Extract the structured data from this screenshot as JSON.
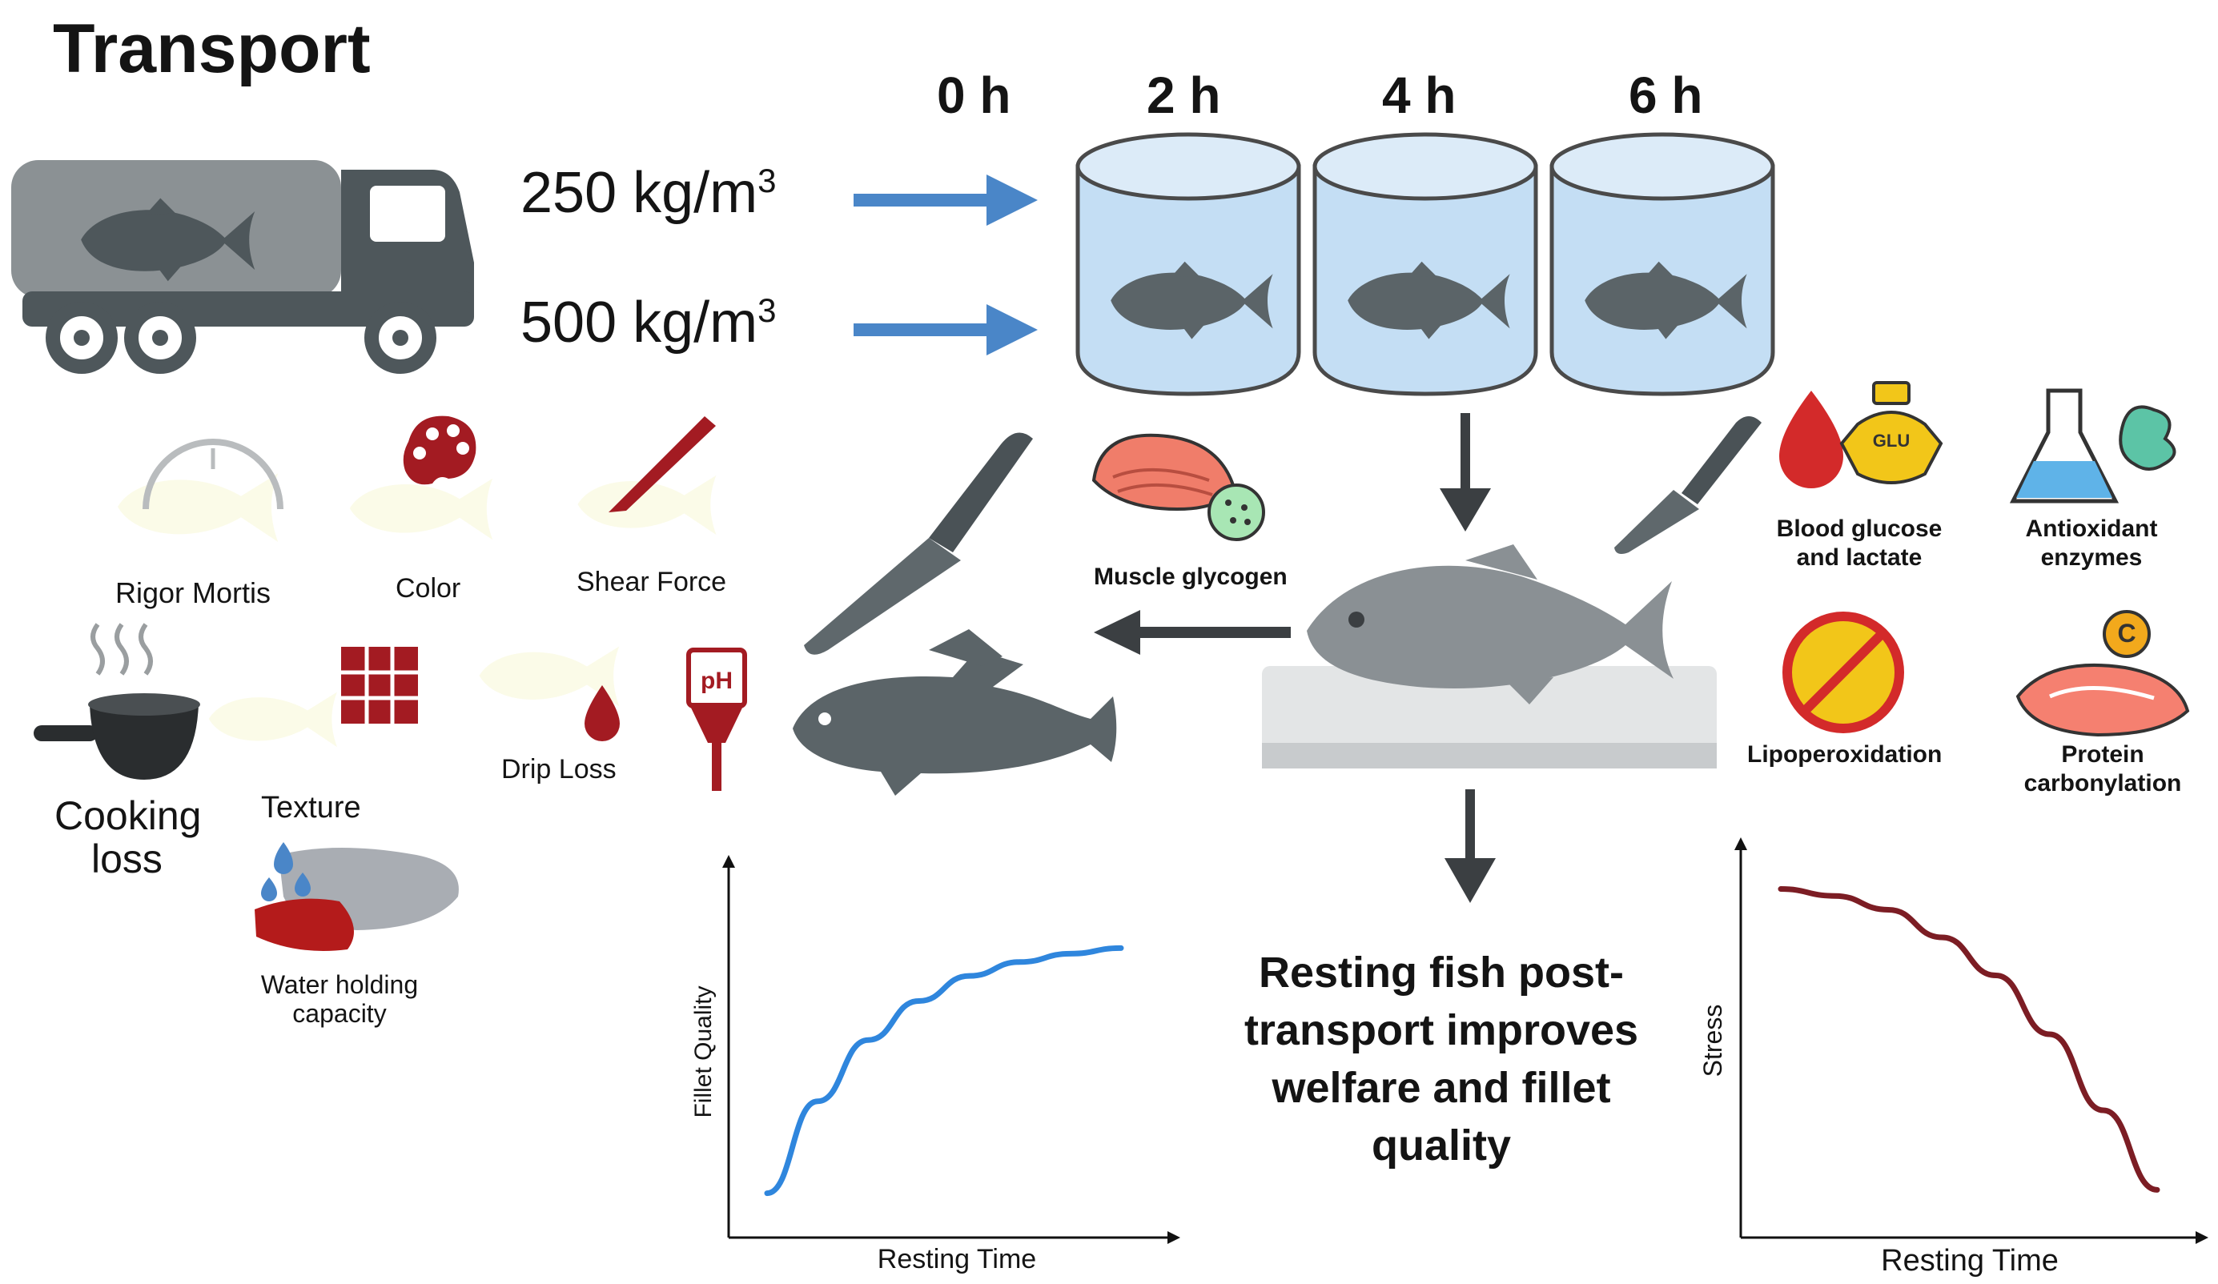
{
  "title": "Transport",
  "densities": [
    "250 kg/m",
    "500 kg/m"
  ],
  "density_superscript": "3",
  "hours": [
    "0 h",
    "2 h",
    "4 h",
    "6 h"
  ],
  "quality_tests": {
    "rigor": "Rigor Mortis",
    "color": "Color",
    "shear": "Shear Force",
    "cooking_1": "Cooking",
    "cooking_2": "loss",
    "texture": "Texture",
    "drip": "Drip Loss",
    "ph": "pH",
    "whc_1": "Water holding",
    "whc_2": "capacity"
  },
  "muscle_glycogen": "Muscle glycogen",
  "biomarkers": {
    "blood_1": "Blood glucose",
    "blood_2": "and lactate",
    "glu": "GLU",
    "antiox_1": "Antioxidant",
    "antiox_2": "enzymes",
    "lipo": "Lipoperoxidation",
    "protein_1": "Protein",
    "protein_2": "carbonylation",
    "vitamin": "C"
  },
  "conclusion": [
    "Resting fish post-",
    "transport improves",
    "welfare and fillet",
    "quality"
  ],
  "colors": {
    "arrow_blue": "#4a86c8",
    "tank_water": "#c4def4",
    "fish_gray": "#5b6468",
    "quality_curve": "#2f86dd",
    "stress_curve": "#7c1d24",
    "dark_red": "#a31b22"
  },
  "chart_data": [
    {
      "type": "line",
      "title": "",
      "xlabel": "Resting Time",
      "ylabel": "Fillet Quality",
      "series": [
        {
          "values": [
            0.05,
            0.38,
            0.6,
            0.74,
            0.83,
            0.88,
            0.91,
            0.93
          ]
        }
      ],
      "x": [
        0,
        1,
        2,
        3,
        4,
        5,
        6,
        7
      ],
      "grid": false
    },
    {
      "type": "line",
      "title": "",
      "xlabel": "Resting Time",
      "ylabel": "Stress",
      "series": [
        {
          "values": [
            0.92,
            0.9,
            0.86,
            0.78,
            0.67,
            0.5,
            0.28,
            0.05
          ]
        }
      ],
      "x": [
        0,
        1,
        2,
        3,
        4,
        5,
        6,
        7
      ],
      "grid": false
    }
  ]
}
